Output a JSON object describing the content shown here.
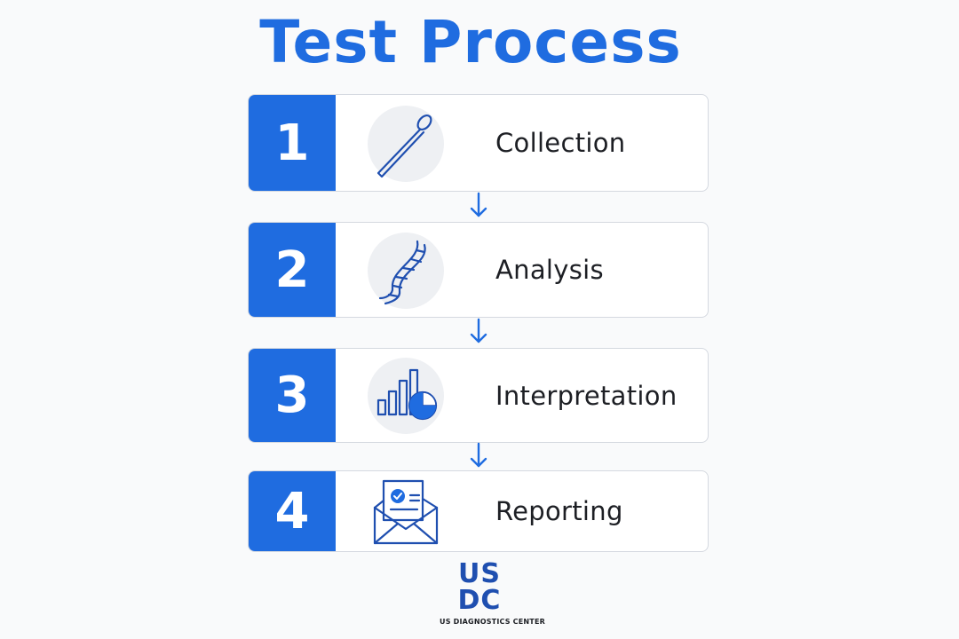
{
  "title": "Test Process",
  "steps": [
    {
      "number": "1",
      "label": "Collection",
      "icon": "swab-icon"
    },
    {
      "number": "2",
      "label": "Analysis",
      "icon": "dna-icon"
    },
    {
      "number": "3",
      "label": "Interpretation",
      "icon": "chart-icon"
    },
    {
      "number": "4",
      "label": "Reporting",
      "icon": "envelope-report-icon"
    }
  ],
  "logo": {
    "mark_line1": "US",
    "mark_line2": "DC",
    "text": "US DIAGNOSTICS CENTER"
  },
  "colors": {
    "accent": "#1f6ce0",
    "logo": "#1f4fb0",
    "background": "#f9fafb",
    "card_border": "#d5d9e0"
  }
}
